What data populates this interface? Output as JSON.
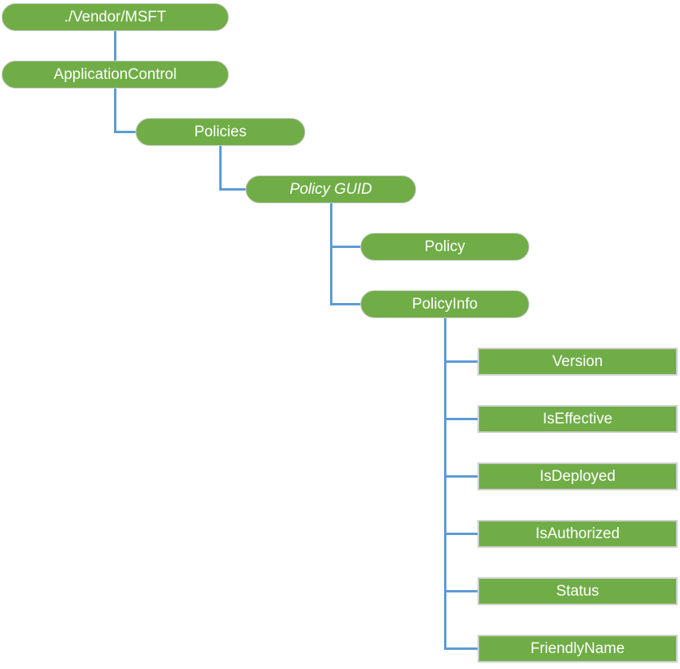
{
  "diagram": {
    "type": "tree",
    "colors": {
      "node_fill": "#70AD47",
      "node_text": "#FFFFFF",
      "pill_border": "#C9C9C9",
      "rect_border": "#CFCFCF",
      "connector": "#5B9BD5"
    },
    "nodes": [
      {
        "label": "./Vendor/MSFT",
        "shape": "rounded",
        "italic": false,
        "parent": null
      },
      {
        "label": "ApplicationControl",
        "shape": "rounded",
        "italic": false,
        "parent": "./Vendor/MSFT"
      },
      {
        "label": "Policies",
        "shape": "rounded",
        "italic": false,
        "parent": "ApplicationControl"
      },
      {
        "label": "Policy GUID",
        "shape": "rounded",
        "italic": true,
        "parent": "Policies"
      },
      {
        "label": "Policy",
        "shape": "rounded",
        "italic": false,
        "parent": "Policy GUID"
      },
      {
        "label": "PolicyInfo",
        "shape": "rounded",
        "italic": false,
        "parent": "Policy GUID"
      },
      {
        "label": "Version",
        "shape": "rect",
        "italic": false,
        "parent": "PolicyInfo"
      },
      {
        "label": "IsEffective",
        "shape": "rect",
        "italic": false,
        "parent": "PolicyInfo"
      },
      {
        "label": "IsDeployed",
        "shape": "rect",
        "italic": false,
        "parent": "PolicyInfo"
      },
      {
        "label": "IsAuthorized",
        "shape": "rect",
        "italic": false,
        "parent": "PolicyInfo"
      },
      {
        "label": "Status",
        "shape": "rect",
        "italic": false,
        "parent": "PolicyInfo"
      },
      {
        "label": "FriendlyName",
        "shape": "rect",
        "italic": false,
        "parent": "PolicyInfo"
      }
    ]
  }
}
